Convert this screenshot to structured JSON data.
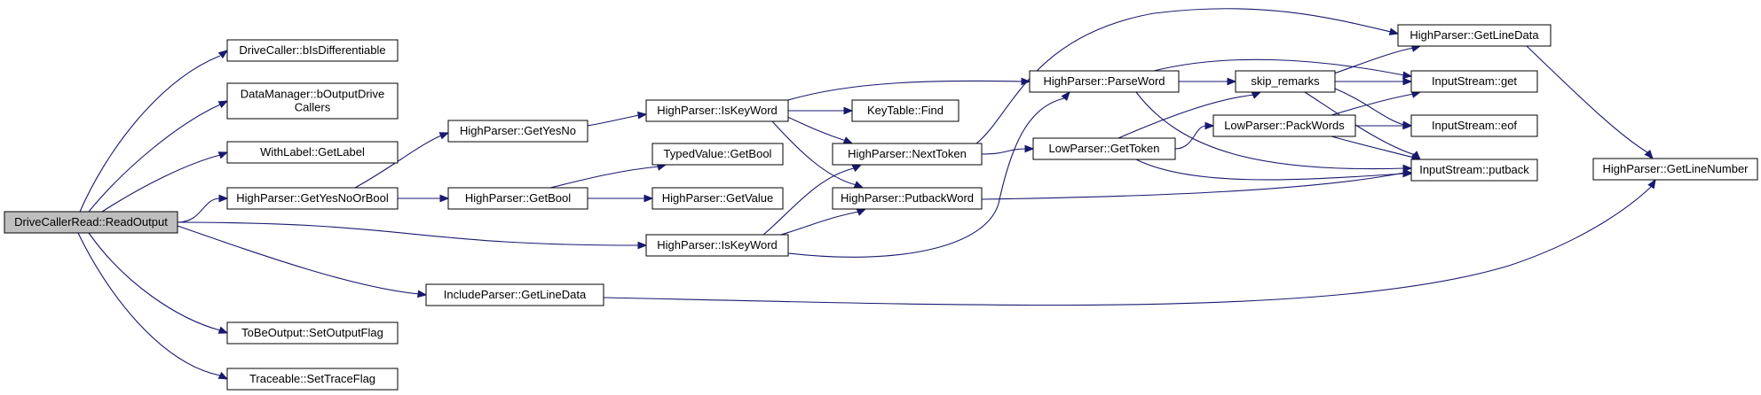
{
  "diagram": {
    "nodes": [
      {
        "id": "n0",
        "lines": [
          "DriveCallerRead::ReadOutput"
        ]
      },
      {
        "id": "n1",
        "lines": [
          "DriveCaller::bIsDifferentiable"
        ]
      },
      {
        "id": "n2",
        "lines": [
          "DataManager::bOutputDrive",
          "Callers"
        ]
      },
      {
        "id": "n3",
        "lines": [
          "WithLabel::GetLabel"
        ]
      },
      {
        "id": "n4",
        "lines": [
          "HighParser::GetYesNoOrBool"
        ]
      },
      {
        "id": "n5",
        "lines": [
          "HighParser::IsKeyWord"
        ]
      },
      {
        "id": "n6",
        "lines": [
          "IncludeParser::GetLineData"
        ]
      },
      {
        "id": "n7",
        "lines": [
          "ToBeOutput::SetOutputFlag"
        ]
      },
      {
        "id": "n8",
        "lines": [
          "Traceable::SetTraceFlag"
        ]
      },
      {
        "id": "n9",
        "lines": [
          "HighParser::GetYesNo"
        ]
      },
      {
        "id": "n10",
        "lines": [
          "HighParser::GetBool"
        ]
      },
      {
        "id": "n11",
        "lines": [
          "HighParser::IsKeyWord"
        ]
      },
      {
        "id": "n12",
        "lines": [
          "TypedValue::GetBool"
        ]
      },
      {
        "id": "n13",
        "lines": [
          "HighParser::GetValue"
        ]
      },
      {
        "id": "n14",
        "lines": [
          "KeyTable::Find"
        ]
      },
      {
        "id": "n15",
        "lines": [
          "HighParser::NextToken"
        ]
      },
      {
        "id": "n16",
        "lines": [
          "HighParser::PutbackWord"
        ]
      },
      {
        "id": "n17",
        "lines": [
          "HighParser::ParseWord"
        ]
      },
      {
        "id": "n18",
        "lines": [
          "LowParser::GetToken"
        ]
      },
      {
        "id": "n19",
        "lines": [
          "skip_remarks"
        ]
      },
      {
        "id": "n20",
        "lines": [
          "LowParser::PackWords"
        ]
      },
      {
        "id": "n21",
        "lines": [
          "HighParser::GetLineData"
        ]
      },
      {
        "id": "n22",
        "lines": [
          "InputStream::get"
        ]
      },
      {
        "id": "n23",
        "lines": [
          "InputStream::eof"
        ]
      },
      {
        "id": "n24",
        "lines": [
          "InputStream::putback"
        ]
      },
      {
        "id": "n25",
        "lines": [
          "HighParser::GetLineNumber"
        ]
      }
    ],
    "edges": [
      [
        "n0",
        "n1"
      ],
      [
        "n0",
        "n2"
      ],
      [
        "n0",
        "n3"
      ],
      [
        "n0",
        "n4"
      ],
      [
        "n0",
        "n5"
      ],
      [
        "n0",
        "n6"
      ],
      [
        "n0",
        "n7"
      ],
      [
        "n0",
        "n8"
      ],
      [
        "n4",
        "n9"
      ],
      [
        "n4",
        "n10"
      ],
      [
        "n9",
        "n11"
      ],
      [
        "n10",
        "n12"
      ],
      [
        "n10",
        "n13"
      ],
      [
        "n11",
        "n14"
      ],
      [
        "n11",
        "n15"
      ],
      [
        "n11",
        "n16"
      ],
      [
        "n11",
        "n17"
      ],
      [
        "n5",
        "n15"
      ],
      [
        "n5",
        "n16"
      ],
      [
        "n5",
        "n17"
      ],
      [
        "n6",
        "n25"
      ],
      [
        "n15",
        "n21"
      ],
      [
        "n15",
        "n18"
      ],
      [
        "n16",
        "n24"
      ],
      [
        "n17",
        "n19"
      ],
      [
        "n17",
        "n22"
      ],
      [
        "n17",
        "n24"
      ],
      [
        "n18",
        "n19"
      ],
      [
        "n18",
        "n20"
      ],
      [
        "n18",
        "n24"
      ],
      [
        "n19",
        "n21"
      ],
      [
        "n19",
        "n22"
      ],
      [
        "n19",
        "n23"
      ],
      [
        "n19",
        "n24"
      ],
      [
        "n20",
        "n22"
      ],
      [
        "n20",
        "n23"
      ],
      [
        "n20",
        "n24"
      ],
      [
        "n21",
        "n25"
      ]
    ]
  }
}
